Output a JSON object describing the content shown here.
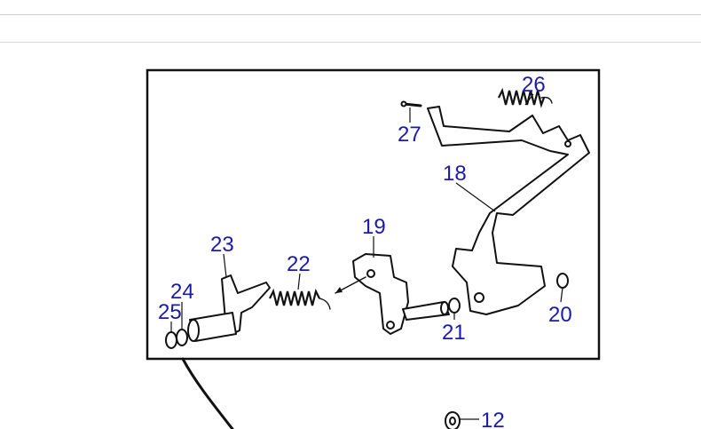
{
  "diagram": {
    "callouts": [
      {
        "id": "26",
        "label": "26"
      },
      {
        "id": "27",
        "label": "27"
      },
      {
        "id": "18",
        "label": "18"
      },
      {
        "id": "19",
        "label": "19"
      },
      {
        "id": "23",
        "label": "23"
      },
      {
        "id": "22",
        "label": "22"
      },
      {
        "id": "24",
        "label": "24"
      },
      {
        "id": "25",
        "label": "25"
      },
      {
        "id": "21",
        "label": "21"
      },
      {
        "id": "20",
        "label": "20"
      },
      {
        "id": "12",
        "label": "12"
      }
    ],
    "colors": {
      "callout": "#1a1ab0",
      "frame": "#111111",
      "rule": "#cfcfcf"
    }
  }
}
